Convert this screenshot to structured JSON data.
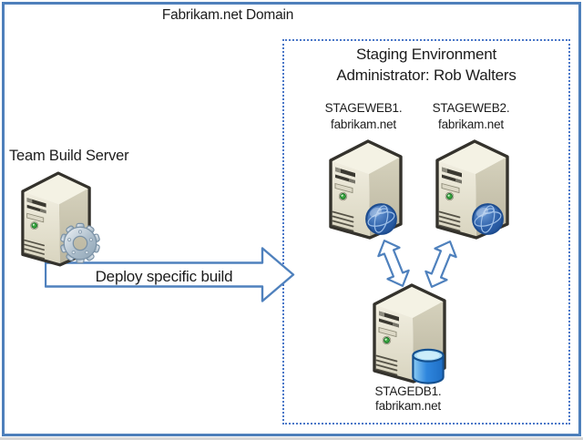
{
  "domain": {
    "title": "Fabrikam.net Domain"
  },
  "staging": {
    "title": "Staging Environment",
    "subtitle": "Administrator: Rob Walters",
    "web_servers": [
      {
        "line1": "STAGEWEB1.",
        "line2": "fabrikam.net"
      },
      {
        "line1": "STAGEWEB2.",
        "line2": "fabrikam.net"
      }
    ],
    "db_server": {
      "line1": "STAGEDB1.",
      "line2": "fabrikam.net"
    }
  },
  "build": {
    "label": "Team Build Server"
  },
  "deploy": {
    "label": "Deploy specific build"
  },
  "colors": {
    "outer_border": "#4e80bb",
    "dashed_border": "#4a77c8",
    "arrow_stroke": "#4f81bd",
    "globe_blue": "#2c5fa8",
    "database_blue": "#2f86dd",
    "gear_gray": "#a8bac8",
    "server_beige": "#e9e6d6",
    "text": "#1c1c1c"
  },
  "icons": {
    "server": "server-tower-icon",
    "web": "globe-icon",
    "database": "database-cylinder-icon",
    "build": "gear-icon",
    "sync": "double-arrow-icon",
    "deploy": "right-arrow-shape"
  }
}
